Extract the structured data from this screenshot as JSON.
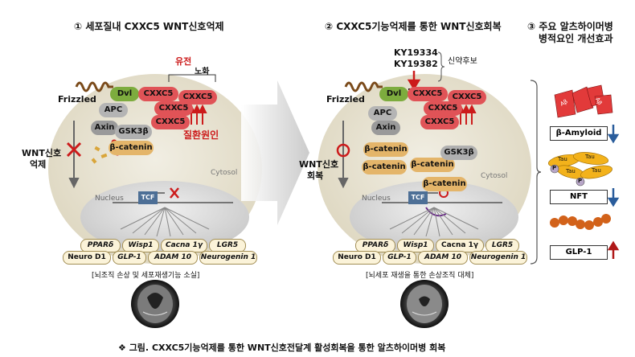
{
  "headers": {
    "panel1": "① 세포질내 CXXC5 WNT신호억제",
    "panel2": "② CXXC5기능억제를 통한 WNT신호회복",
    "panel3_line1": "③ 주요 알츠하이머병",
    "panel3_line2": "병적요인 개선효과"
  },
  "panel1": {
    "frizzled": "Frizzled",
    "dvl": "Dvl",
    "cxxc5": "CXXC5",
    "apc": "APC",
    "axin": "Axin",
    "gsk3b": "GSK3β",
    "catenin": "β-catenin",
    "genetics": "유전",
    "aging": "노화",
    "disease_cause": "질환원인",
    "wnt_label_line1": "WNT신호",
    "wnt_label_line2": "억제",
    "cytosol": "Cytosol",
    "nucleus": "Nucleus",
    "tcf": "TCF",
    "caption": "[뇌조직 손상 및 세포재생기능 소실]"
  },
  "panel2": {
    "compound1": "KY19334",
    "compound2": "KY19382",
    "candidate": "신약후보",
    "frizzled": "Frizzled",
    "dvl": "Dvl",
    "cxxc5": "CXXC5",
    "apc": "APC",
    "axin": "Axin",
    "gsk3b": "GSK3β",
    "catenin": "β-catenin",
    "wnt_label_line1": "WNT신호",
    "wnt_label_line2": "회복",
    "cytosol": "Cytosol",
    "nucleus": "Nucleus",
    "tcf": "TCF",
    "caption": "[뇌세포 재생을 통한 손상조직 대체]"
  },
  "genes_row1": [
    "PPARδ",
    "Wisp1",
    "Cacna 1γ",
    "LGR5"
  ],
  "genes_row2": [
    "Neuro D1",
    "GLP-1",
    "ADAM 10",
    "Neurogenin 1"
  ],
  "panel3": {
    "amyloid": "β-Amyloid",
    "nft": "NFT",
    "glp1": "GLP-1",
    "ab_tag": "Aβ",
    "tau": "Tau",
    "p": "P"
  },
  "footer": "❖  그림. CXXC5기능억제를 통한 WNT신호전달계 활성회복을 통한 알츠하이머병 회복",
  "colors": {
    "cxxc5": "#e05357",
    "dvl": "#7dac3e",
    "catenin": "#e4b56a",
    "inhibit_red": "#cc1b1b",
    "down_arrow": "#2a5d9c",
    "up_arrow": "#b01919"
  }
}
